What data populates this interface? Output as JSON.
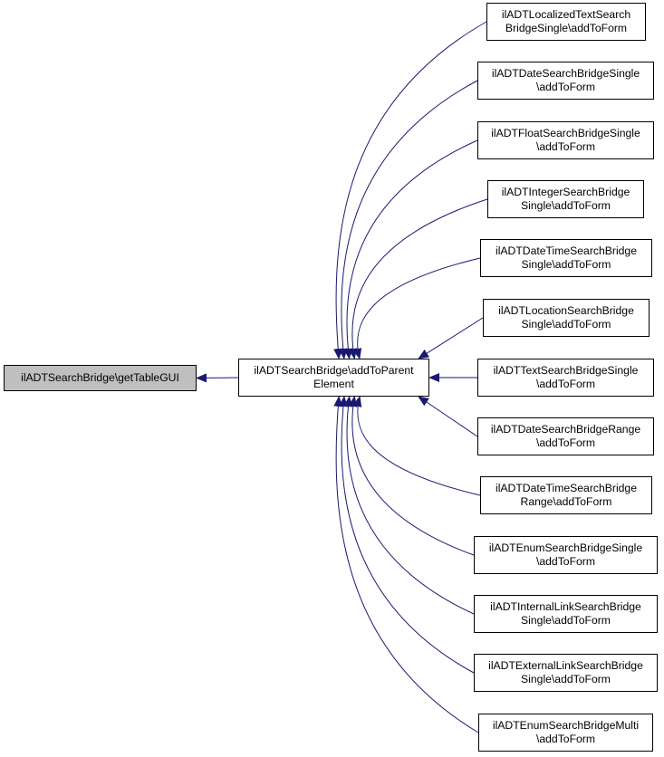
{
  "graph": {
    "colors": {
      "edge": "#191970",
      "node_border": "#000000",
      "focus_fill": "#bfbfbf",
      "node_fill": "#ffffff"
    },
    "focus": {
      "lines": [
        "ilADTSearchBridge\\getTableGUI"
      ]
    },
    "middle": {
      "lines": [
        "ilADTSearchBridge\\addToParent",
        "Element"
      ]
    },
    "callers": [
      {
        "lines": [
          "ilADTLocalizedTextSearch",
          "BridgeSingle\\addToForm"
        ]
      },
      {
        "lines": [
          "ilADTDateSearchBridgeSingle",
          "\\addToForm"
        ]
      },
      {
        "lines": [
          "ilADTFloatSearchBridgeSingle",
          "\\addToForm"
        ]
      },
      {
        "lines": [
          "ilADTIntegerSearchBridge",
          "Single\\addToForm"
        ]
      },
      {
        "lines": [
          "ilADTDateTimeSearchBridge",
          "Single\\addToForm"
        ]
      },
      {
        "lines": [
          "ilADTLocationSearchBridge",
          "Single\\addToForm"
        ]
      },
      {
        "lines": [
          "ilADTTextSearchBridgeSingle",
          "\\addToForm"
        ]
      },
      {
        "lines": [
          "ilADTDateSearchBridgeRange",
          "\\addToForm"
        ]
      },
      {
        "lines": [
          "ilADTDateTimeSearchBridge",
          "Range\\addToForm"
        ]
      },
      {
        "lines": [
          "ilADTEnumSearchBridgeSingle",
          "\\addToForm"
        ]
      },
      {
        "lines": [
          "ilADTInternalLinkSearchBridge",
          "Single\\addToForm"
        ]
      },
      {
        "lines": [
          "ilADTExternalLinkSearchBridge",
          "Single\\addToForm"
        ]
      },
      {
        "lines": [
          "ilADTEnumSearchBridgeMulti",
          "\\addToForm"
        ]
      }
    ]
  }
}
